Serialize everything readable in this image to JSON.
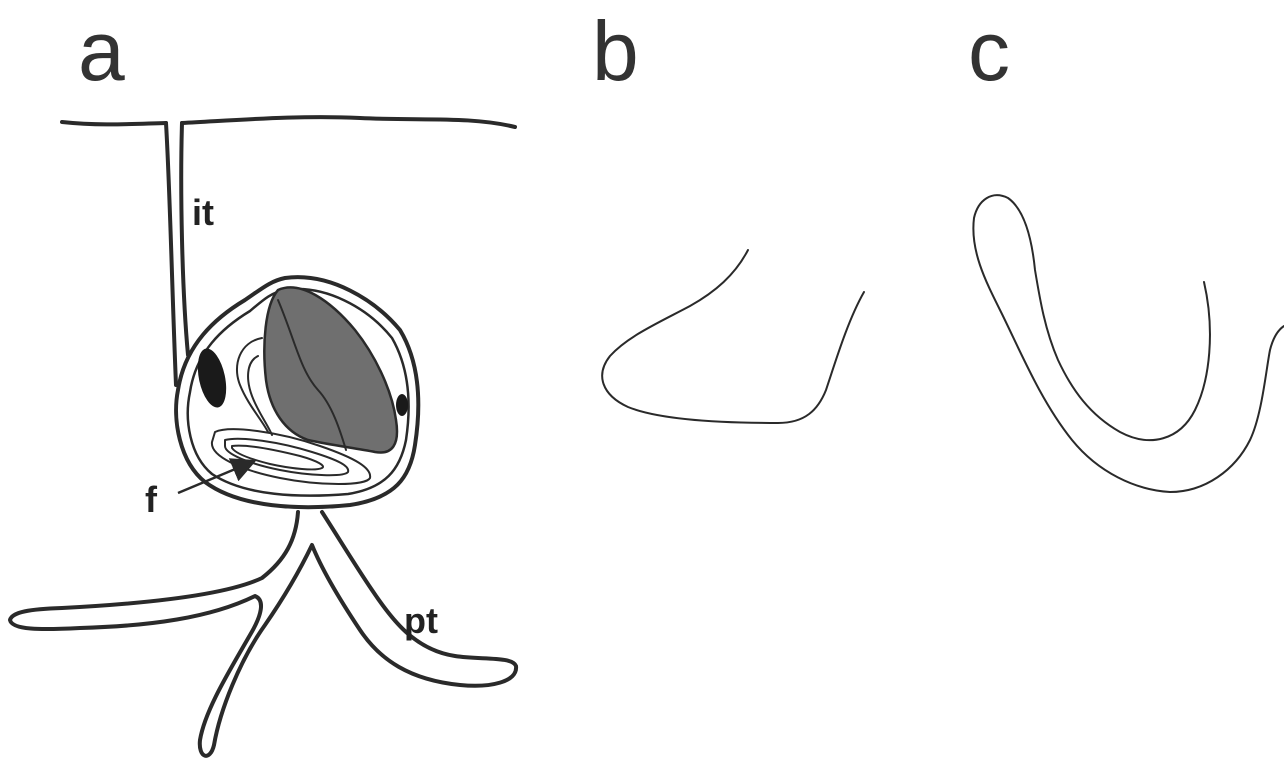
{
  "panels": {
    "a": {
      "label": "a"
    },
    "b": {
      "label": "b"
    },
    "c": {
      "label": "c"
    }
  },
  "annotations": {
    "it": "it",
    "f": "f",
    "pt": "pt"
  }
}
